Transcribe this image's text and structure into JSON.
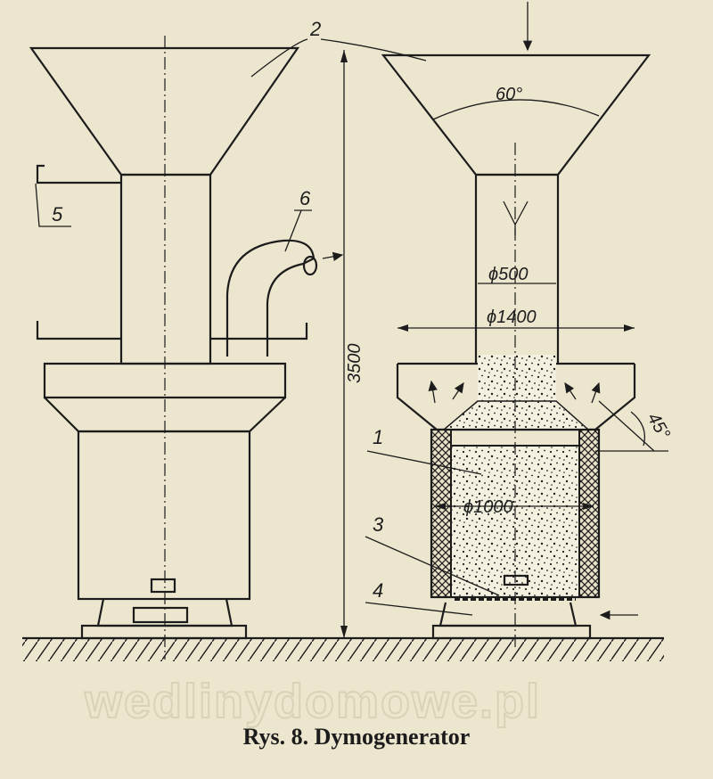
{
  "figure": {
    "caption": "Rys. 8. Dymogenerator",
    "watermark": "wedlinydomowe.pl"
  },
  "labels": {
    "part_1": "1",
    "part_2": "2",
    "part_3": "3",
    "part_4": "4",
    "part_5": "5",
    "part_6": "6"
  },
  "dimensions": {
    "height": "3500",
    "angle_top": "60°",
    "angle_side": "45°",
    "dia_pipe": "ϕ500",
    "dia_ring": "ϕ1400",
    "dia_body": "ϕ1000"
  },
  "colors": {
    "paper": "#ece6cf",
    "ink": "#1c1c1c"
  }
}
